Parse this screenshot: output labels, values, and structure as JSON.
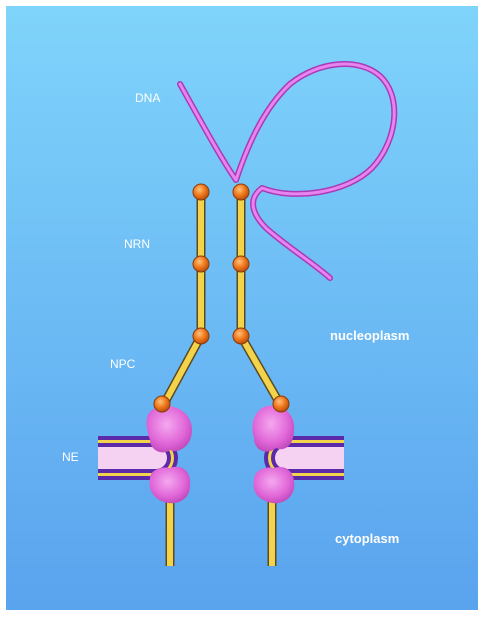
{
  "labels": {
    "dna": "DNA",
    "nrn": "NRN",
    "npc": "NPC",
    "ne": "NE",
    "nucleoplasm": "nucleoplasm",
    "cytoplasm": "cytoplasm"
  },
  "colors": {
    "background_top": "#7dd3fb",
    "background_bottom": "#5aa4ef",
    "dna": "#d84ee0",
    "filament": "#f3d34a",
    "filament_outline": "#6b5a2a",
    "bead": "#f07a1e",
    "pore_blob": "#e066d8",
    "envelope_outer": "#5a2aa8",
    "envelope_inner": "#f6d2f2",
    "envelope_stripe": "#f3d34a"
  }
}
